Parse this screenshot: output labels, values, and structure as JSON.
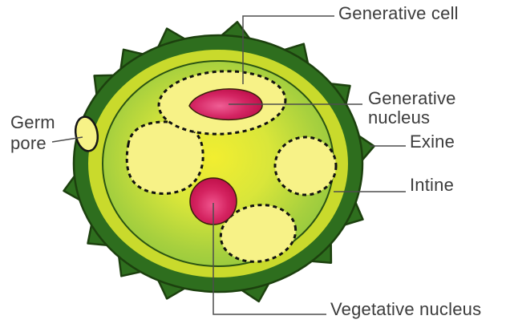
{
  "figure": {
    "subject": "Pollen grain structure diagram",
    "labels": {
      "generative_cell": "Generative cell",
      "generative_nucleus": "Generative\nnucleus",
      "germ_pore": "Germ\npore",
      "exine": "Exine",
      "intine": "Intine",
      "vegetative_nucleus": "Vegetative nucleus"
    },
    "colors": {
      "background": "#ffffff",
      "exine_dark_green": "#2e6e1e",
      "exine_outline": "#1c400e",
      "intine_yellow_green": "#c9da2c",
      "cytoplasm_edge_green": "#8bc53e",
      "cytoplasm_center_yellow": "#f2ee30",
      "vacuole_pale_yellow": "#f7f287",
      "dashed_outline_black": "#111111",
      "nucleus_crimson": "#bb0c46",
      "nucleus_pink_highlight": "#ef5f95",
      "leader_line_gray": "#4d4d4d",
      "label_text": "#3c3c3c"
    }
  }
}
